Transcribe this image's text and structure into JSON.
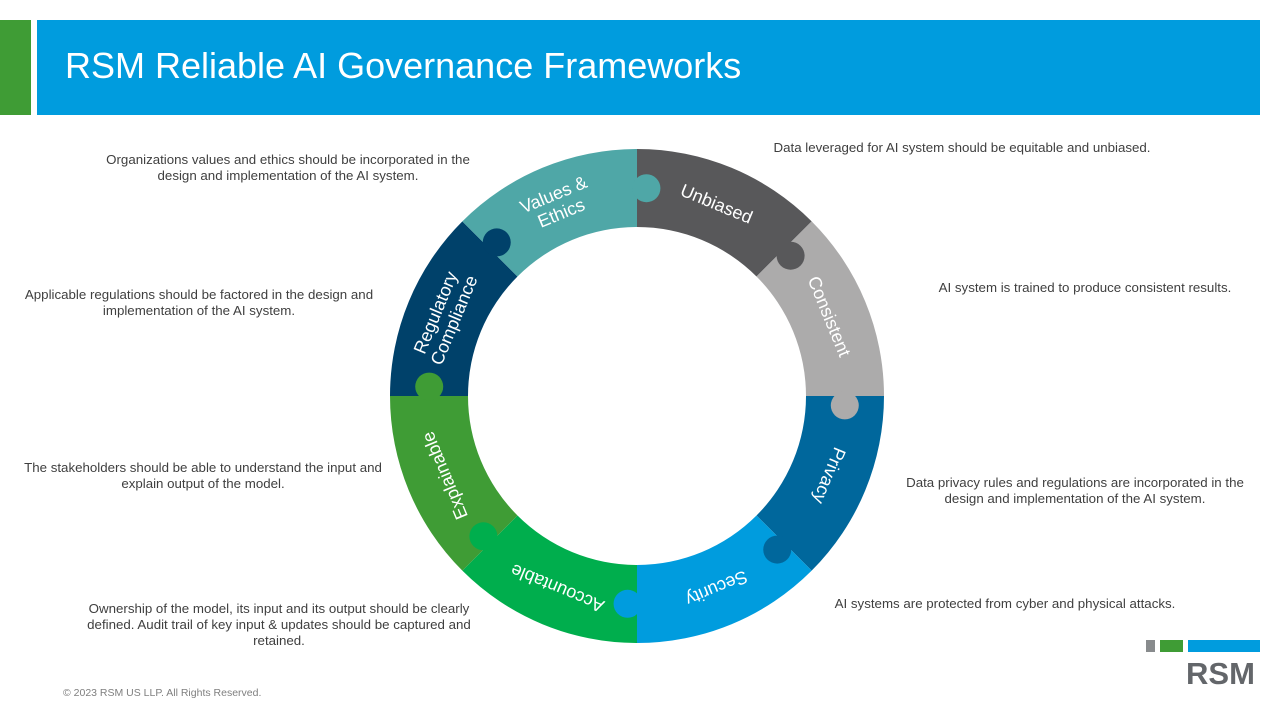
{
  "title": "RSM Reliable AI Governance Frameworks",
  "segments": [
    {
      "label": [
        "Unbiased"
      ],
      "color": "#58585a",
      "description": "Data leveraged for AI system should be equitable and unbiased."
    },
    {
      "label": [
        "Consistent"
      ],
      "color": "#acabab",
      "description": "AI system is trained to produce consistent results."
    },
    {
      "label": [
        "Privacy"
      ],
      "color": "#00679c",
      "description": "Data privacy rules and regulations are incorporated in the design and implementation of the AI system."
    },
    {
      "label": [
        "Security"
      ],
      "color": "#009cde",
      "description": "AI systems are protected from cyber and physical attacks."
    },
    {
      "label": [
        "Accountable"
      ],
      "color": "#00ae4d",
      "description": "Ownership of the model, its input and its output should be clearly defined. Audit trail of key input & updates should be captured and retained."
    },
    {
      "label": [
        "Explainable"
      ],
      "color": "#3f9c35",
      "description": "The stakeholders should be able to understand the input and explain output of the model."
    },
    {
      "label": [
        "Regulatory",
        "Compliance"
      ],
      "color": "#00416a",
      "description": "Applicable regulations should be factored in the design and implementation of the AI system."
    },
    {
      "label": [
        "Values &",
        "Ethics"
      ],
      "color": "#4fa7a7",
      "description": "Organizations values and ethics should be incorporated in the design and implementation of the AI system."
    }
  ],
  "footer": "© 2023 RSM US LLP. All Rights Reserved.",
  "logo": {
    "text": "RSM",
    "colors": [
      "#888b8d",
      "#3f9c35",
      "#009cde"
    ]
  }
}
